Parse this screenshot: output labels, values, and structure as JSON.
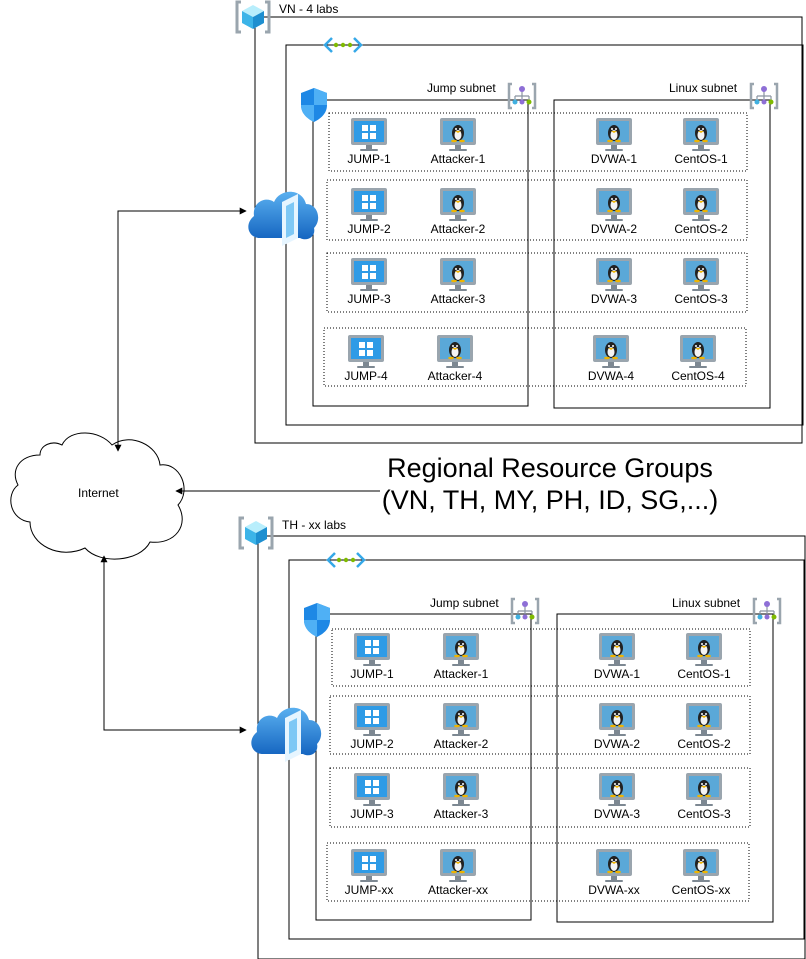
{
  "internet": {
    "label": "Internet"
  },
  "regional": {
    "line1": "Regional Resource Groups",
    "line2": "(VN, TH, MY, PH, ID, SG,...)"
  },
  "icons": {
    "resource_group": "resource-group-cube-icon",
    "vnet": "virtual-network-icon",
    "nsg": "network-security-group-shield-icon",
    "subnet": "subnet-icon",
    "gateway": "application-gateway-cloud-icon",
    "windows_vm": "windows-vm-icon",
    "linux_vm": "linux-vm-icon"
  },
  "colors": {
    "azure_blue": "#1e88e5",
    "subnet_purple": "#8e6fd6",
    "monitor_gray": "#8a949e",
    "vnet_green": "#7fba00"
  },
  "groups": [
    {
      "title": "VN - 4 labs",
      "jump_subnet": "Jump subnet",
      "linux_subnet": "Linux subnet",
      "rows": [
        {
          "jump": "JUMP-1",
          "attacker": "Attacker-1",
          "dvwa": "DVWA-1",
          "centos": "CentOS-1"
        },
        {
          "jump": "JUMP-2",
          "attacker": "Attacker-2",
          "dvwa": "DVWA-2",
          "centos": "CentOS-2"
        },
        {
          "jump": "JUMP-3",
          "attacker": "Attacker-3",
          "dvwa": "DVWA-3",
          "centos": "CentOS-3"
        },
        {
          "jump": "JUMP-4",
          "attacker": "Attacker-4",
          "dvwa": "DVWA-4",
          "centos": "CentOS-4"
        }
      ]
    },
    {
      "title": "TH - xx labs",
      "jump_subnet": "Jump subnet",
      "linux_subnet": "Linux subnet",
      "rows": [
        {
          "jump": "JUMP-1",
          "attacker": "Attacker-1",
          "dvwa": "DVWA-1",
          "centos": "CentOS-1"
        },
        {
          "jump": "JUMP-2",
          "attacker": "Attacker-2",
          "dvwa": "DVWA-2",
          "centos": "CentOS-2"
        },
        {
          "jump": "JUMP-3",
          "attacker": "Attacker-3",
          "dvwa": "DVWA-3",
          "centos": "CentOS-3"
        },
        {
          "jump": "JUMP-xx",
          "attacker": "Attacker-xx",
          "dvwa": "DVWA-xx",
          "centos": "CentOS-xx"
        }
      ]
    }
  ]
}
